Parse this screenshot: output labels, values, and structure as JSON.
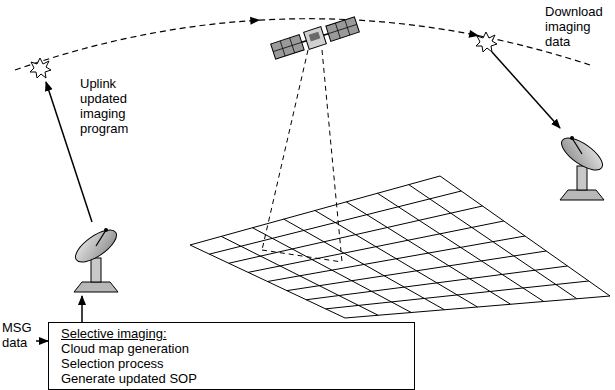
{
  "diagram": {
    "nodes": [
      {
        "text": [
          "Selective imaging:",
          "Cloud map generation",
          "Selection process",
          "Generate updated SOP"
        ]
      }
    ],
    "labels": [
      "Uplink updated imaging program",
      "Download imaging data",
      "MSG data"
    ]
  }
}
